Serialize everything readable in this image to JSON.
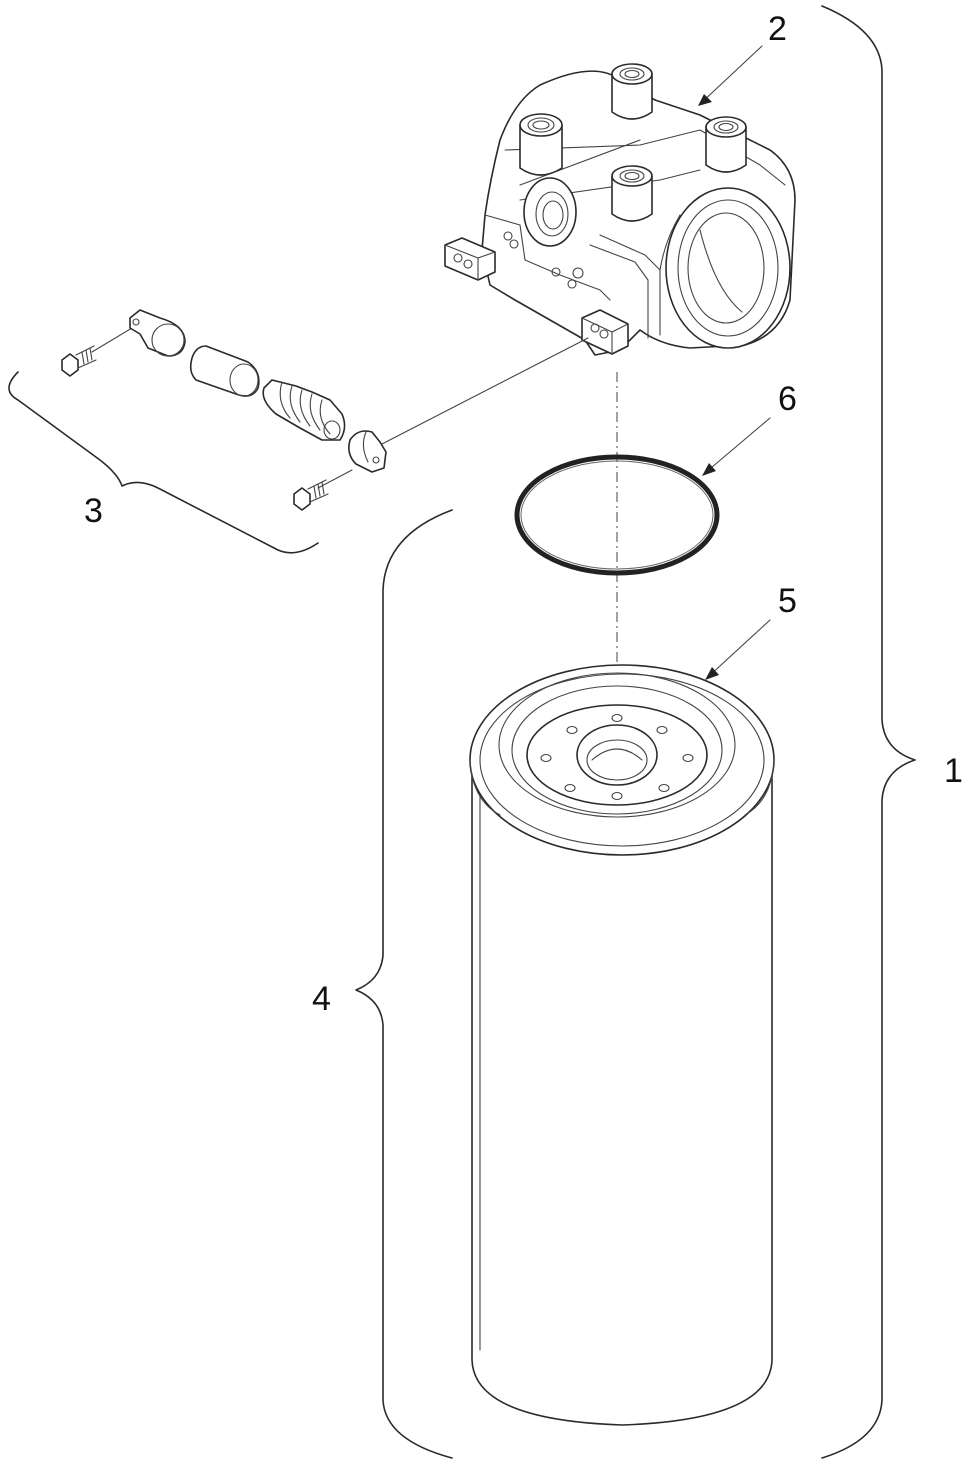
{
  "callouts": {
    "item_1": "1",
    "item_2": "2",
    "item_3": "3",
    "item_4": "4",
    "item_5": "5",
    "item_6": "6"
  },
  "colors": {
    "line": "#2a2a2a",
    "background": "#ffffff"
  }
}
